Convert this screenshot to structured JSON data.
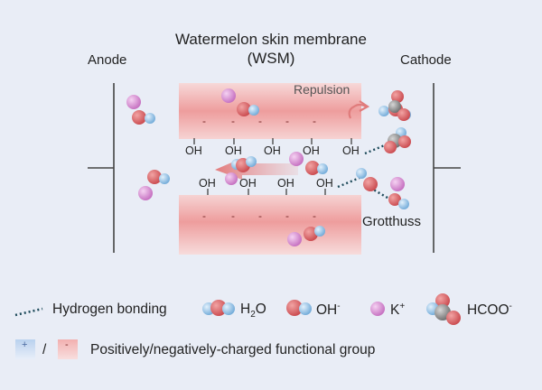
{
  "title": {
    "line1": "Watermelon skin membrane",
    "line2": "(WSM)"
  },
  "labels": {
    "anode": "Anode",
    "cathode": "Cathode",
    "repulsion": "Repulsion",
    "grotthuss": "Grotthuss",
    "oh_group": "OH",
    "minus": "-"
  },
  "legend": {
    "hbond": "Hydrogen bonding",
    "h2o_main": "H",
    "h2o_sub": "2",
    "h2o_tail": "O",
    "oh_main": "OH",
    "oh_sup": "-",
    "k_main": "K",
    "k_sup": "+",
    "hcoo_main": "HCOO",
    "hcoo_sup": "-",
    "plus_symbol": "+",
    "minus_symbol": "-",
    "slash": "/",
    "charged": "Positively/negatively-charged functional group"
  },
  "colors": {
    "background": "#e9edf6",
    "membrane": "#ef9a9a",
    "oxygen": "#d9676a",
    "hydrogen": "#9cc8ec",
    "potassium": "#d98bd3",
    "carbon": "#9a9a9a",
    "hbond": "#1d4a5a"
  }
}
